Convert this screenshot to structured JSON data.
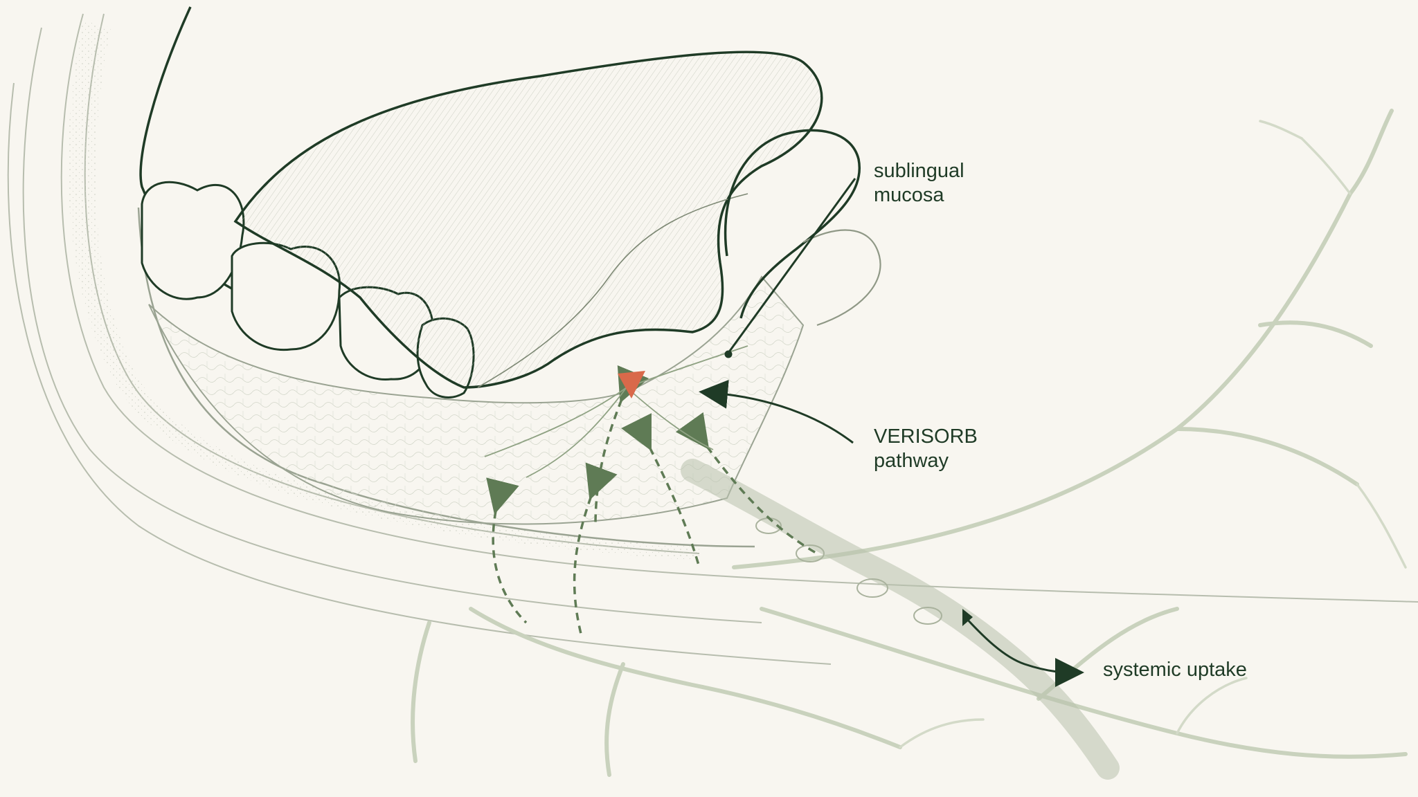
{
  "labels": {
    "mucosa": "sublingual\nmucosa",
    "pathway": "VERISORB\npathway",
    "uptake": "systemic uptake"
  },
  "colors": {
    "background": "#f8f6f0",
    "ink": "#1f3b26",
    "pale_green": "#c9d2bd",
    "arrow_green": "#5f7b55",
    "accent_orange": "#d9694a"
  },
  "icons": {
    "release_point": "release-point-icon"
  }
}
